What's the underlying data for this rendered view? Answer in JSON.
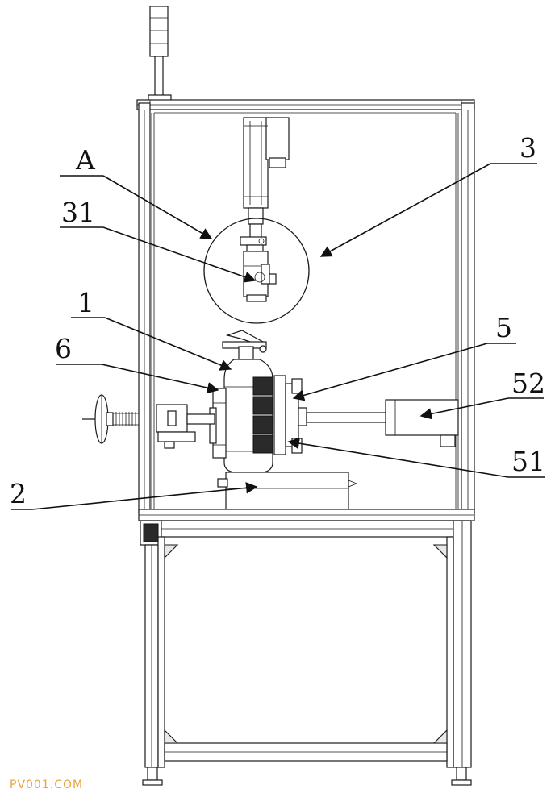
{
  "labels": {
    "a": "A",
    "l31": "31",
    "l3": "3",
    "l1": "1",
    "l6": "6",
    "l5": "5",
    "l52": "52",
    "l2": "2",
    "l51": "51"
  },
  "watermark": "PV001.COM",
  "colors": {
    "line": "#1a1a1a",
    "watermark": "#e8a23a"
  }
}
